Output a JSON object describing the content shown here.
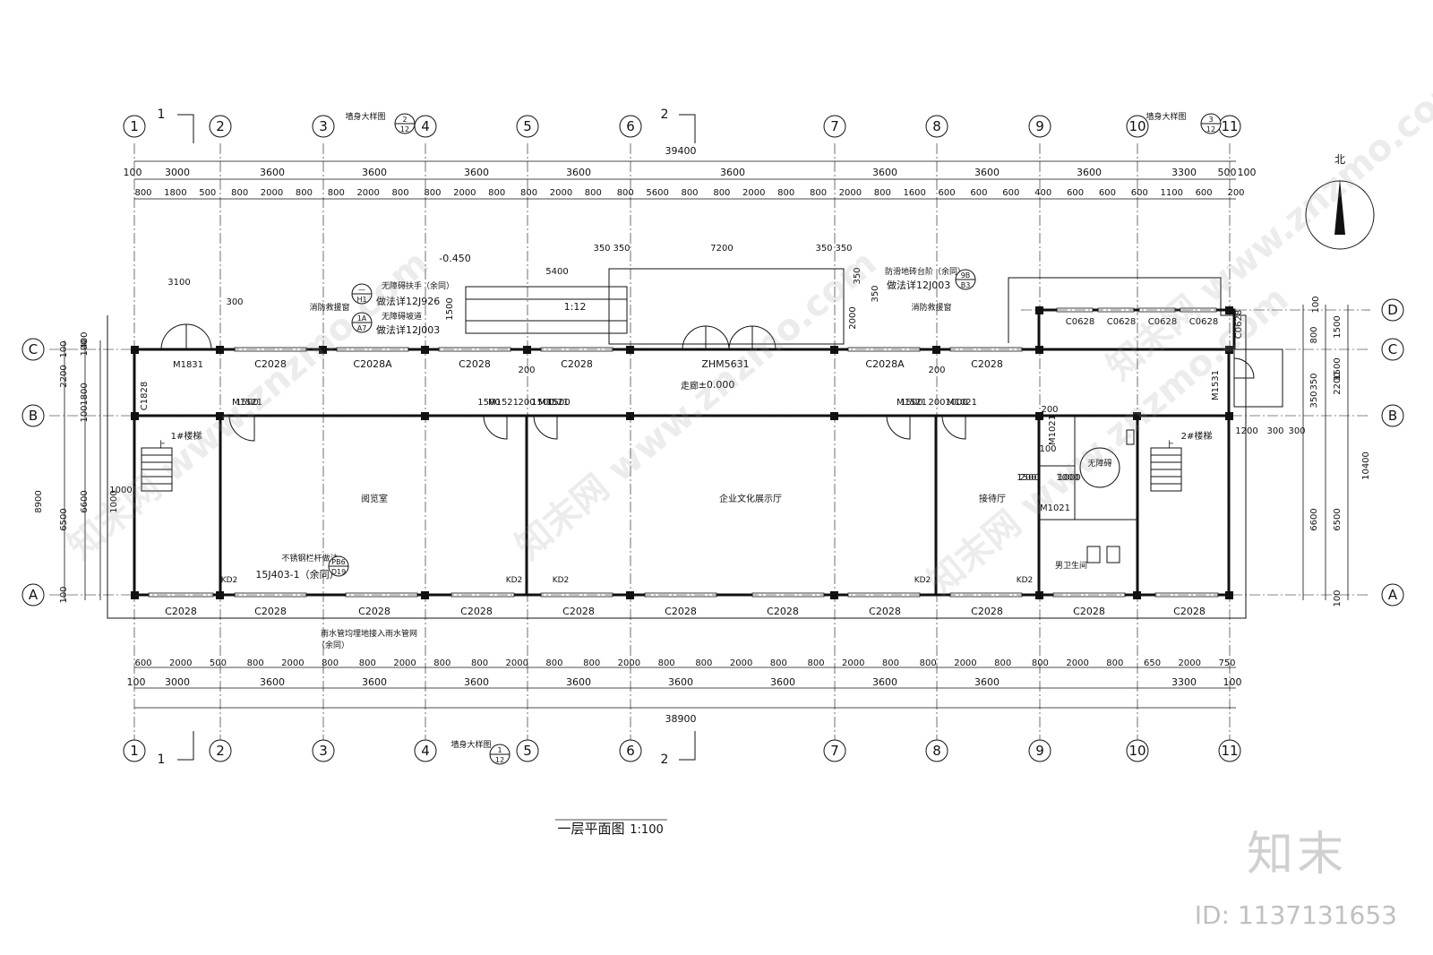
{
  "title": "一层平面图",
  "scale": "1:100",
  "north_label": "北",
  "brand": "知末",
  "image_id": "ID: 1137131653",
  "watermark": "知末网 www.znzmo.com",
  "axes_numbers": [
    "1",
    "2",
    "3",
    "4",
    "5",
    "6",
    "7",
    "8",
    "9",
    "10",
    "11"
  ],
  "axes_letters": [
    "A",
    "B",
    "C",
    "D"
  ],
  "section_marks": [
    "1",
    "2"
  ],
  "dims": {
    "overall_top": "39400",
    "overall_bottom": "38900",
    "top_bays": [
      "100",
      "3000",
      "3600",
      "3600",
      "3600",
      "3600",
      "3600",
      "3600",
      "3600",
      "3600",
      "3300",
      "500",
      "100"
    ],
    "top_detail": [
      "800",
      "1800",
      "500",
      "800",
      "2000",
      "800",
      "800",
      "2000",
      "800",
      "800",
      "2000",
      "800",
      "800",
      "2000",
      "800",
      "800",
      "5600",
      "800",
      "800",
      "2000",
      "800",
      "800",
      "2000",
      "800",
      "1600",
      "600",
      "600",
      "600",
      "400",
      "600",
      "600",
      "600",
      "1100",
      "600",
      "200"
    ],
    "bottom_bays": [
      "100",
      "3000",
      "3600",
      "3600",
      "3600",
      "3600",
      "3600",
      "3600",
      "3600",
      "3600",
      "3300",
      "100"
    ],
    "bottom_detail": [
      "600",
      "2000",
      "500",
      "800",
      "2000",
      "800",
      "800",
      "2000",
      "800",
      "800",
      "2000",
      "800",
      "800",
      "2000",
      "800",
      "800",
      "2000",
      "800",
      "800",
      "2000",
      "800",
      "800",
      "2000",
      "800",
      "800",
      "2000",
      "800",
      "650",
      "2000",
      "750"
    ],
    "left": [
      "100",
      "2200",
      "100",
      "400",
      "1800",
      "100",
      "8900",
      "6500",
      "6600",
      "1000",
      "100"
    ],
    "right": [
      "100",
      "1500",
      "800",
      "1500",
      "350",
      "350",
      "2200",
      "10400",
      "6600",
      "6500",
      "100",
      "1200",
      "300",
      "300"
    ],
    "ramp": [
      "350",
      "350",
      "7200",
      "350",
      "350",
      "5400",
      "3100",
      "1000",
      "300",
      "350",
      "350",
      "1500",
      "2000"
    ],
    "misc": [
      "1500",
      "200",
      "1500",
      "1500",
      "200",
      "1500",
      "1500",
      "200",
      "1000",
      "200",
      "1500",
      "1000",
      "200",
      "100",
      "200",
      "1000"
    ]
  },
  "labels": {
    "corridor": "走廊",
    "elev_0": "±0.000",
    "elev_ramp": "-0.450",
    "ramp_slope": "1:12",
    "reading_room": "阅览室",
    "culture_hall": "企业文化展示厅",
    "reception": "接待厅",
    "stair1": "1#楼梯",
    "stair2": "2#楼梯",
    "up": "上",
    "accessible": "无障碍",
    "mens_wc": "男卫生间",
    "fire_window_1": "消防救援窗",
    "fire_window_2": "消防救援窗",
    "wall_detail": "墙身大样图",
    "handrail": "无障碍扶手（余同）",
    "handrail_ref": "做法详12J926",
    "ramp_note": "无障碍坡道",
    "ramp_ref": "做法详12J003",
    "antislip": "防滑地砖台阶（余同）",
    "antislip_ref": "做法详12J003",
    "railing": "不锈钢栏杆做法",
    "railing_ref": "15J403-1（余同）",
    "rainpipe1": "雨水管均埋地接入雨水管网",
    "rainpipe2": "（余同）"
  },
  "detail_refs": {
    "wd2": [
      "2",
      "12"
    ],
    "wd3": [
      "3",
      "12"
    ],
    "wd1": [
      "1",
      "12"
    ],
    "h1": [
      "—",
      "H1"
    ],
    "a7": [
      "1A",
      "A7"
    ],
    "b3": [
      "9B",
      "B3"
    ],
    "d19": [
      "PB6",
      "D19"
    ]
  },
  "openings": {
    "north": [
      "C2028",
      "C2028A",
      "C2028",
      "C2028",
      "ZHM5631",
      "C2028A",
      "C2028"
    ],
    "south": [
      "C2028",
      "C2028",
      "C2028",
      "C2028",
      "C2028",
      "C2028",
      "C2028",
      "C2028",
      "C2028",
      "C2028",
      "C2028"
    ],
    "doors": [
      "M1831",
      "M1521",
      "M1521",
      "M1521",
      "M1521",
      "M1021",
      "M1021",
      "M1021",
      "M1531"
    ],
    "east": [
      "C0628",
      "C0628",
      "C0628",
      "C0628",
      "C0628"
    ],
    "west": "C1828",
    "kd": [
      "KD2",
      "KD2",
      "KD2",
      "KD2",
      "KD2"
    ]
  }
}
